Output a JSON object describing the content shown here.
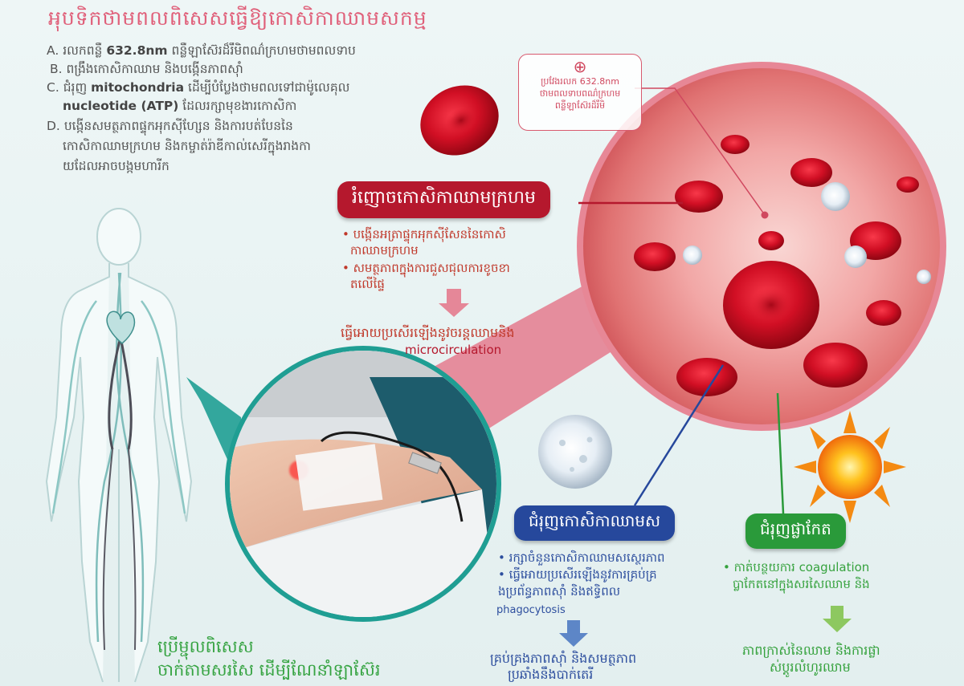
{
  "title": "អុបទិកថាមពលពិសេសធ្វើឱ្យកោសិកាឈាមសកម្ម",
  "intro": [
    {
      "letter": "A.",
      "text_a": "រលកពន្លឺ ",
      "bold": "632.8nm",
      "text_b": " ពន្លឺឡាស៊ែរដ៏រឹមិពណ៌ក្រហមថាមពលទាប"
    },
    {
      "letter": "B.",
      "text_a": "ពង្រឹងកោសិកាឈាម និងបង្កើនភាពស៊ាំ",
      "bold": "",
      "text_b": ""
    },
    {
      "letter": "C.",
      "text_a": "ជំរុញ ",
      "bold": "mitochondria",
      "text_b": " ដើម្បីបំប្លែងថាមពលទៅជាម៉ូលេគុល"
    },
    {
      "letter": "",
      "text_a": "",
      "bold": "nucleotide (ATP)",
      "text_b": " ដែលរក្សាមុខងារកោសិកា"
    },
    {
      "letter": "D.",
      "text_a": "បង្កើនសមត្ថភាពផ្ទុកអុកស៊ីហ្សែន និងការបត់បែននៃ",
      "bold": "",
      "text_b": ""
    },
    {
      "letter": "",
      "text_a": "កោសិកាឈាមក្រហម និងកម្ចាត់រ៉ាឌីកាល់សេរីក្នុងរាងកា",
      "bold": "",
      "text_b": ""
    },
    {
      "letter": "",
      "text_a": "យដែលអាចបង្កមហារីក",
      "bold": "",
      "text_b": ""
    }
  ],
  "callout": {
    "icon": "crosshair-icon",
    "line1": "ប្រវែងរលក 632.8nm",
    "line2": "ថាមពលទាបពណ៌ក្រហម",
    "line3": "ពន្លឺឡាស៊ែរដ៏រឹមិ"
  },
  "red_section": {
    "title": "រំញោចកោសិកាឈាមក្រហម",
    "bullets": [
      "បង្កើនអត្រាផ្ទុកអុកស៊ីសែននៃកោសិ",
      "កាឈាមក្រហម",
      "សមត្ថភាពក្នុងការជួសជុលការខូចខា",
      "តលើផ្ទៃ"
    ],
    "result_line1": "ធ្វើអោយប្រសើរឡើងនូវចរន្តឈាមនិង",
    "result_line2": "microcirculation"
  },
  "white_section": {
    "title": "ជំរុញកោសិកាឈាមស",
    "bullets": [
      "រក្សាចំនួនកោសិកាឈាមសស្ថេរភាព",
      "ធ្វើអោយប្រសើរឡើងនូវការគ្រប់គ្រ",
      "ងប្រព័ន្ធភាពស៊ាំ និងឥទ្ធិពល",
      "phagocytosis"
    ],
    "result_line1": "គ្រប់គ្រងភាពស៊ាំ និងសមត្ថភាព",
    "result_line2": "ប្រឆាំងនឹងបាក់តេរី"
  },
  "plate_section": {
    "title": "ជំរុញផ្លាកែត",
    "bullets": [
      "កាត់បន្ថយការ coagulation",
      "ប្លាកែតនៅក្នុងសរសៃឈាម និង"
    ],
    "result_line1": "ភាពក្រាស់នៃឈាម និងការផ្លា",
    "result_line2": "ស់ប្តូរលំហូរឈាម"
  },
  "bottom_caption": {
    "line1": "ប្រើម្ជុលពិសេស",
    "line2": "ចាក់តាមសរសៃ ដើម្បីណែនាំឡាស៊ែរ"
  },
  "colors": {
    "title_pink": "#e0607a",
    "red_box": "#b5182d",
    "blue_box": "#26489c",
    "green_box": "#2a9a3a",
    "teal_ring": "#1f9e93",
    "pink_ring": "#e8798b"
  }
}
